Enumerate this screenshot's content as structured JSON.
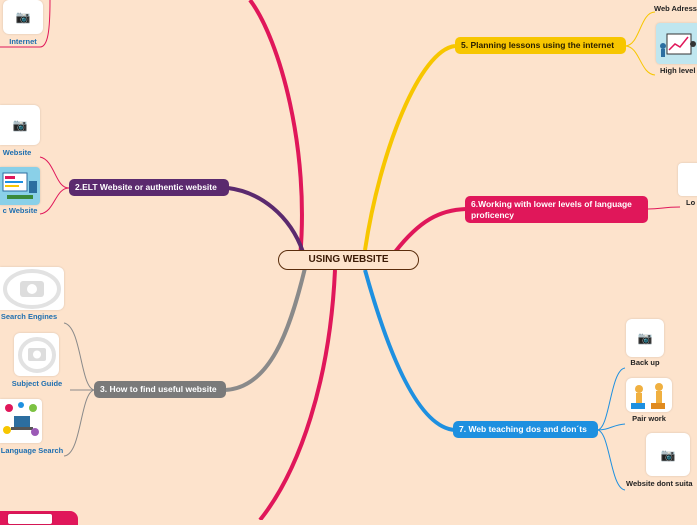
{
  "central": {
    "title": "USING WEBSITE"
  },
  "branches": [
    {
      "label": "2.ELT Website or authentic website",
      "color": "#5b2a6e"
    },
    {
      "label": "3. How to find useful website",
      "color": "#7a7a7a"
    },
    {
      "label": "5. Planning lessons using the internet",
      "color": "#f7c600"
    },
    {
      "label": "6.Working with lower levels of language proficency",
      "color": "#e0175a"
    },
    {
      "label": "7. Web teaching dos and don´ts",
      "color": "#1e90e0"
    }
  ],
  "leaves": {
    "internet": "Internet",
    "website": "Website",
    "authentic_website": "c Website",
    "search_engines": "Search Engines",
    "subject_guide": "Subject Guide",
    "language_search": "Language Search",
    "web_adress": "Web Adress",
    "high_level": "High level",
    "low_level": "Lo",
    "back_up": "Back up",
    "pair_work": "Pair work",
    "website_dont_suit": "Website dont suita"
  },
  "icons": {
    "camera": "camera-placeholder-icon"
  }
}
